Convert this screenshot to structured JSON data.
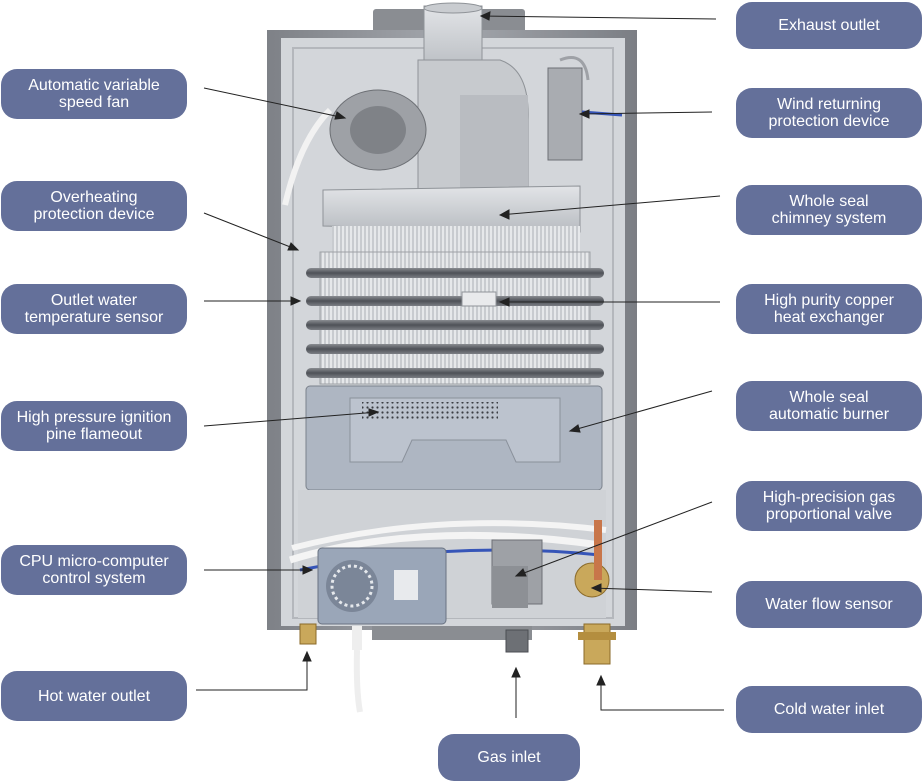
{
  "labels": {
    "exhaust_outlet": "Exhaust outlet",
    "fan": "Automatic variable\nspeed fan",
    "wind_protection": "Wind returning\nprotection device",
    "overheating": "Overheating\nprotection device",
    "chimney": "Whole seal\nchimney system",
    "temp_sensor": "Outlet water\ntemperature sensor",
    "heat_exchanger": "High purity copper\nheat exchanger",
    "ignition": "High pressure ignition\npine flameout",
    "burner": "Whole seal\nautomatic burner",
    "gas_valve": "High-precision gas\nproportional valve",
    "cpu": "CPU micro-computer\ncontrol system",
    "water_flow": "Water flow sensor",
    "hot_water": "Hot water outlet",
    "cold_water": "Cold water inlet",
    "gas_inlet": "Gas inlet"
  },
  "colors": {
    "label_bg": "#64709a",
    "label_text": "#ffffff",
    "leader_line": "#222222",
    "casing": "#8b8e94",
    "panel": "#d3d6da"
  }
}
